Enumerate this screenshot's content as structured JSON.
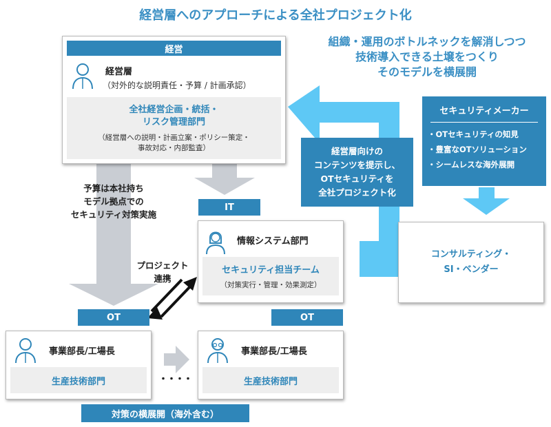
{
  "title": "経営層へのアプローチによる全社プロジェクト化",
  "tagline": {
    "line1": "組織・運用のボトルネックを解消しつつ",
    "line2": "技術導入できる土壌をつくり",
    "line3": "そのモデルを横展開"
  },
  "management": {
    "header": "経営",
    "role_name": "経営層",
    "role_detail": "（対外的な説明責任・予算 / 計画承認）",
    "dept_line1": "全社経営企画・統括・",
    "dept_line2": "リスク管理部門",
    "dept_detail_line1": "（経営層への説明・計画立案・ポリシー策定・",
    "dept_detail_line2": "事故対応・内部監査）"
  },
  "arrow_left_label": {
    "line1": "予算は本社持ち",
    "line2": "モデル拠点での",
    "line3": "セキュリティ対策実施"
  },
  "center_label": {
    "line1": "経営層向けの",
    "line2": "コンテンツを提示し、",
    "line3": "OTセキュリティを",
    "line4": "全社プロジェクト化"
  },
  "security_maker": {
    "title": "セキュリティメーカー",
    "items": [
      "・OTセキュリティの知見",
      "・豊富なOTソリューション",
      "・シームレスな海外展開"
    ]
  },
  "vendor": {
    "line1": "コンサルティング・",
    "line2": "SI・ベンダー"
  },
  "it_label": "IT",
  "it_box": {
    "name": "情報システム部門",
    "team": "セキュリティ担当チーム",
    "detail": "（対策実行・管理・効果測定）"
  },
  "project_label": {
    "line1": "プロジェクト",
    "line2": "連携"
  },
  "ot_label_left": "OT",
  "ot_label_right": "OT",
  "business_left": {
    "name": "事業部長/工場長",
    "dept": "生産技術部門"
  },
  "business_right": {
    "name": "事業部長/工場長",
    "dept": "生産技術部門"
  },
  "dots": "・・・・",
  "bottom_label": "対策の横展開（海外含む）",
  "colors": {
    "accent_blue": "#2f86b9",
    "light_blue": "#5ec8f5",
    "gray_arrow": "#c9cdd3",
    "title_blue": "#3a8fc4"
  }
}
